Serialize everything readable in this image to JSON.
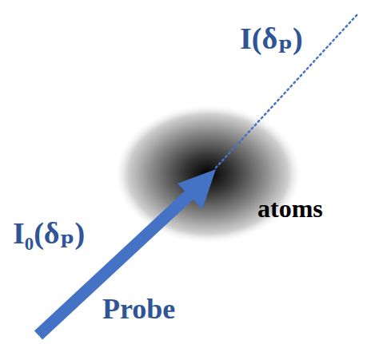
{
  "diagram": {
    "labels": [
      "I(δₚ)",
      "I₀(δₚ)",
      "Probe",
      "atoms"
    ]
  }
}
